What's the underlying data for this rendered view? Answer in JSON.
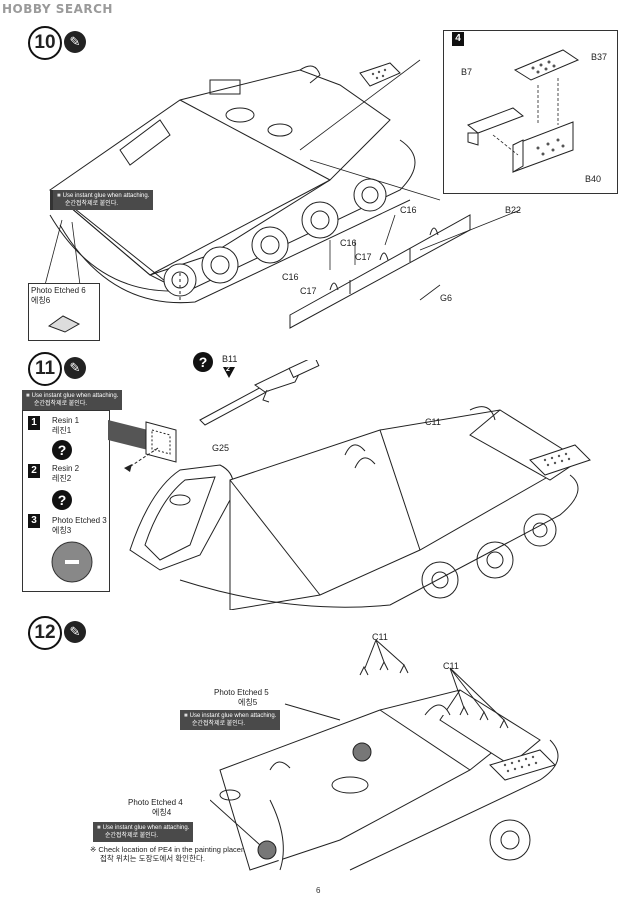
{
  "header": {
    "site_logo": "HOBBY SEARCH"
  },
  "page_number": "6",
  "step10": {
    "number": "10",
    "glue_note_en": "Use instant glue when attaching.",
    "glue_note_kr": "순간접착제로 붙인다.",
    "pe_caption_en": "Photo Etched 6",
    "pe_caption_kr": "에칭6",
    "inset_step": "4",
    "parts": {
      "b7": "B7",
      "b37": "B37",
      "b40": "B40",
      "b22": "B22",
      "c16a": "C16",
      "c16b": "C16",
      "c16c": "C16",
      "c17a": "C17",
      "c17b": "C17",
      "g6": "G6"
    }
  },
  "step11": {
    "number": "11",
    "glue_note_en": "Use instant glue when attaching.",
    "glue_note_kr": "순간접착제로 붙인다.",
    "b11": "B11",
    "b11_step": "2",
    "g25": "G25",
    "c11": "C11",
    "options": [
      {
        "num": "1",
        "en": "Resin 1",
        "kr": "레진1"
      },
      {
        "num": "2",
        "en": "Resin 2",
        "kr": "레진2"
      },
      {
        "num": "3",
        "en": "Photo Etched  3",
        "kr": "에칭3"
      }
    ]
  },
  "step12": {
    "number": "12",
    "c11a": "C11",
    "c11b": "C11",
    "pe5_en": "Photo Etched 5",
    "pe5_kr": "에칭5",
    "glue1_en": "Use instant glue when attaching.",
    "glue1_kr": "순간접착제로 붙인다.",
    "pe4_en": "Photo Etched 4",
    "pe4_kr": "에칭4",
    "glue2_en": "Use instant glue when attaching.",
    "glue2_kr": "순간접착제로 붙인다.",
    "check_en": "Check location of PE4 in the painting placement sheet.",
    "check_kr": "접착 위치는 도장도에서 확인한다."
  }
}
